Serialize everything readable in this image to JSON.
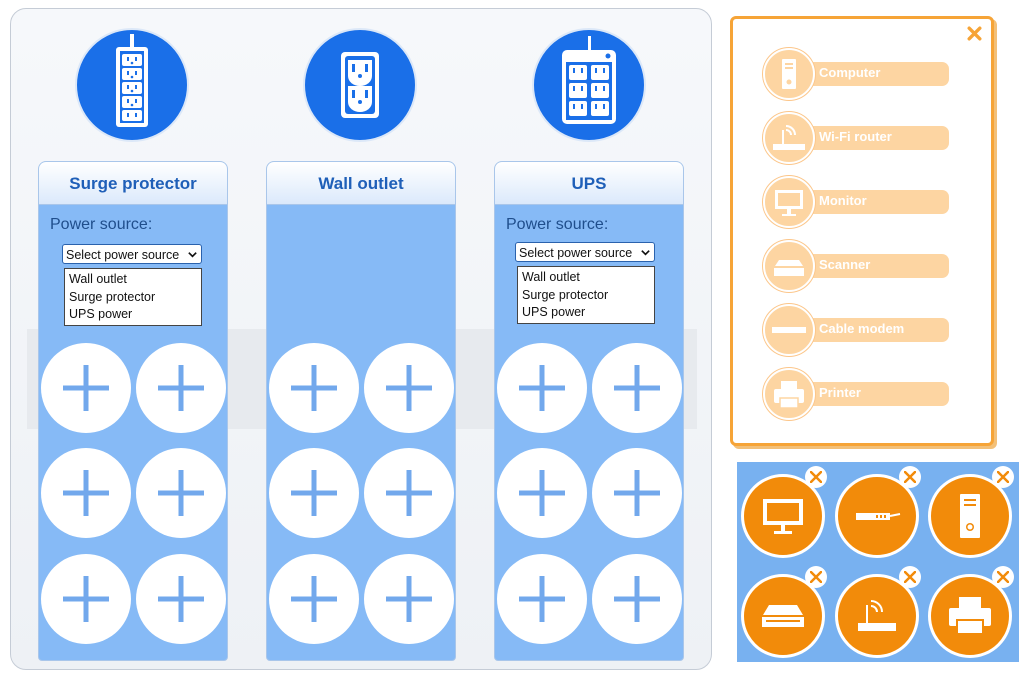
{
  "columns": [
    {
      "title": "Surge protector",
      "icon": "power-strip-icon",
      "power_label": "Power source:",
      "select_value": "Select power source",
      "options": [
        "Wall outlet",
        "Surge protector",
        "UPS power"
      ]
    },
    {
      "title": "Wall outlet",
      "icon": "wall-socket-icon"
    },
    {
      "title": "UPS",
      "icon": "ups-icon",
      "power_label": "Power source:",
      "select_value": "Select power source",
      "options": [
        "Wall outlet",
        "Surge protector",
        "UPS power"
      ]
    }
  ],
  "devices": {
    "close_icon": "close-icon",
    "items": [
      {
        "label": "Computer",
        "icon": "computer-tower-icon"
      },
      {
        "label": "Wi-Fi router",
        "icon": "wifi-router-icon"
      },
      {
        "label": "Monitor",
        "icon": "monitor-icon"
      },
      {
        "label": "Scanner",
        "icon": "scanner-icon"
      },
      {
        "label": "Cable modem",
        "icon": "cable-modem-icon"
      },
      {
        "label": "Printer",
        "icon": "printer-icon"
      }
    ]
  },
  "plugged_devices": [
    "monitor-icon",
    "cable-modem-icon",
    "computer-tower-icon",
    "scanner-icon",
    "wifi-router-icon",
    "printer-icon"
  ],
  "colors": {
    "accent_blue": "#1a6fe8",
    "column_blue": "#86baf6",
    "orange": "#f28b0a",
    "light_orange": "#fdd5a2"
  }
}
